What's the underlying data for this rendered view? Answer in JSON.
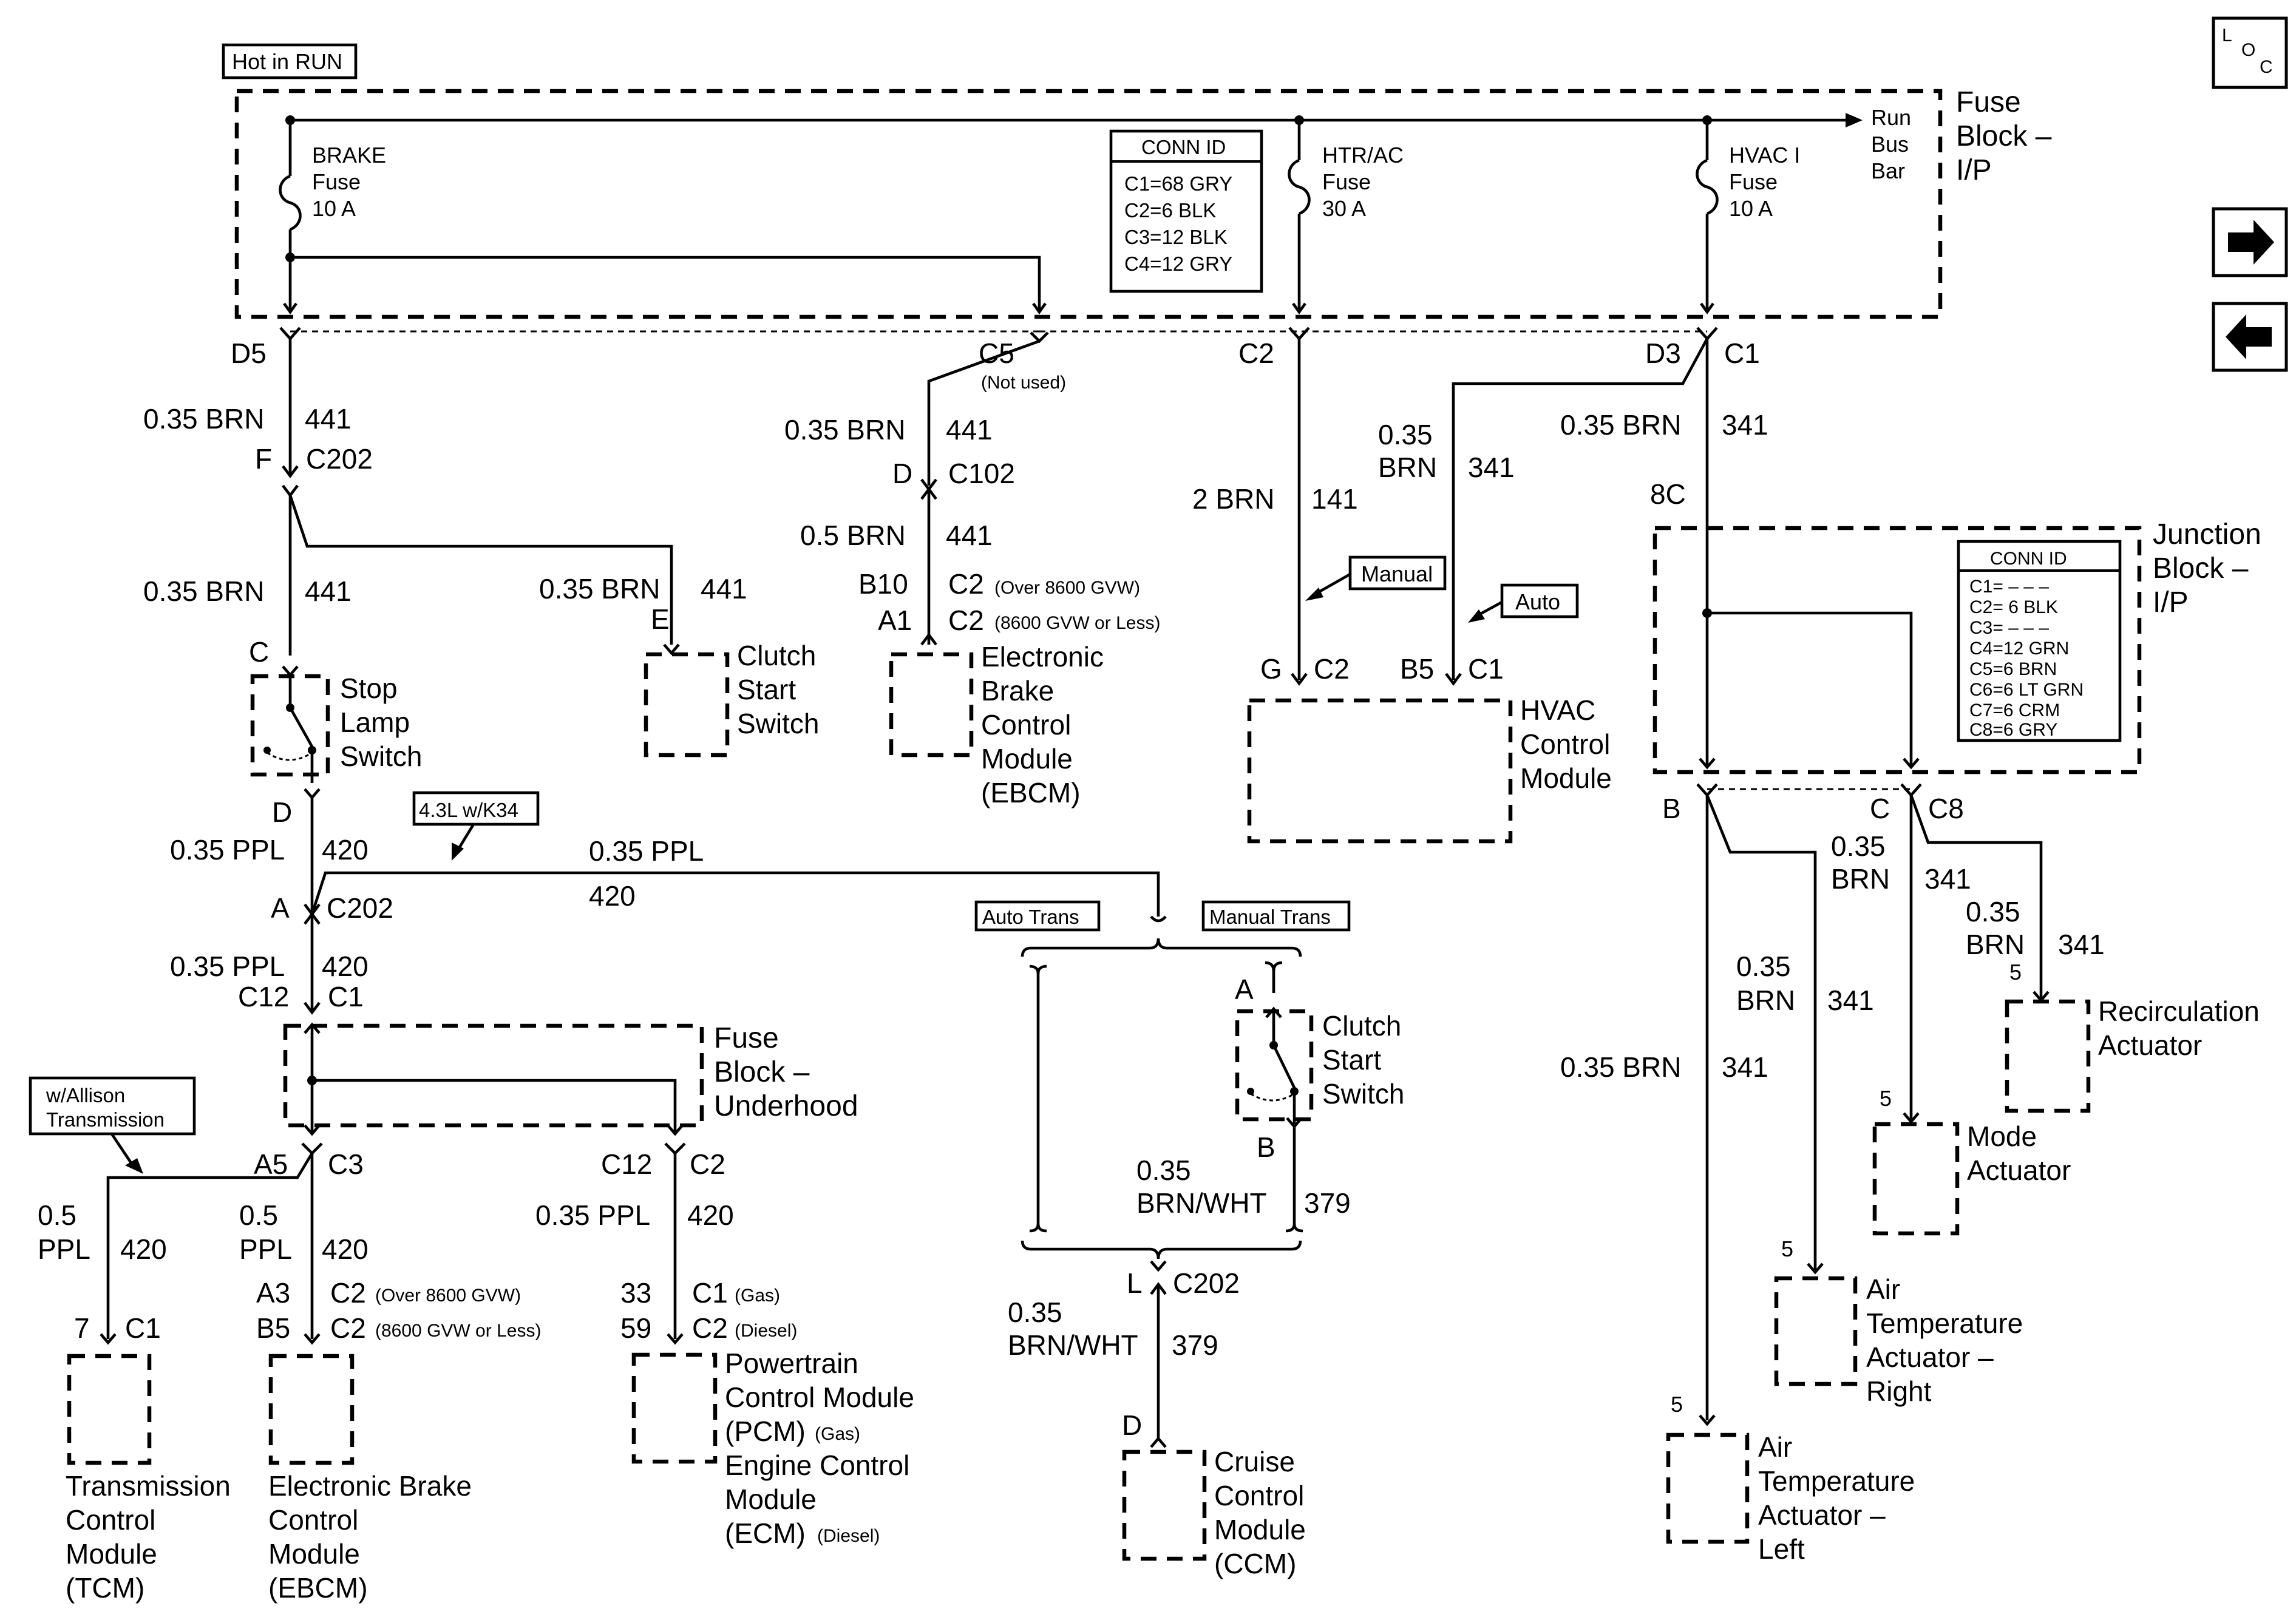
{
  "hot_label": "Hot in RUN",
  "loc_icon": {
    "l": "L",
    "o": "O",
    "c": "C"
  },
  "nav_icons": [
    "arrow-right-icon",
    "arrow-left-icon"
  ],
  "fuse_block_ip": {
    "title": [
      "Fuse",
      "Block –",
      "I/P"
    ],
    "run_bus_bar": [
      "Run",
      "Bus",
      "Bar"
    ],
    "fuses": {
      "brake": [
        "BRAKE",
        "Fuse",
        "10 A"
      ],
      "htr_ac": [
        "HTR/AC",
        "Fuse",
        "30 A"
      ],
      "hvac": [
        "HVAC I",
        "Fuse",
        "10 A"
      ]
    },
    "conn_id": {
      "header": "CONN ID",
      "rows": [
        "C1=68 GRY",
        "C2=6 BLK",
        "C3=12 BLK",
        "C4=12 GRY"
      ]
    },
    "pins": {
      "d5": "D5",
      "c5": "C5",
      "c5_note": "(Not used)",
      "c2": "C2",
      "d3": "D3",
      "c1": "C1"
    }
  },
  "junction_block": {
    "title": [
      "Junction",
      "Block –",
      "I/P"
    ],
    "conn_id": {
      "header": "CONN ID",
      "rows": [
        "C1= – – –",
        "C2= 6 BLK",
        "C3= – – –",
        "C4=12 GRN",
        "C5=6 BRN",
        "C6=6 LT GRN",
        "C7=6 CRM",
        "C8=6 GRY"
      ]
    },
    "in_pin": "8C",
    "pins": {
      "b": "B",
      "c": "C",
      "c8": "C8"
    }
  },
  "fuse_block_underhood": {
    "title": [
      "Fuse",
      "Block –",
      "Underhood"
    ],
    "pins": {
      "c12": "C12",
      "c1": "C1",
      "a5": "A5",
      "c3": "C3",
      "c12b": "C12",
      "c2": "C2"
    }
  },
  "wires": {
    "w441_a": [
      "0.35 BRN",
      "441"
    ],
    "w441_b": [
      "0.35 BRN",
      "441"
    ],
    "w441_c": [
      "0.35 BRN",
      "441"
    ],
    "w441_d": [
      "0.35 BRN",
      "441"
    ],
    "w441_e": [
      "0.5 BRN",
      "441"
    ],
    "w141": [
      "2 BRN",
      "141"
    ],
    "w341_a": [
      "0.35",
      "BRN",
      "341"
    ],
    "w341_b": [
      "0.35 BRN",
      "341"
    ],
    "w341_c": [
      "0.35 BRN",
      "341"
    ],
    "w341_d": [
      "0.35",
      "BRN",
      "341"
    ],
    "w341_e": [
      "0.35",
      "BRN",
      "341"
    ],
    "w341_f": [
      "0.35",
      "BRN",
      "341"
    ],
    "w420_a": [
      "0.35 PPL",
      "420"
    ],
    "w420_b": [
      "0.35 PPL",
      "420"
    ],
    "w420_c": [
      "0.35 PPL",
      "420"
    ],
    "w420_d": [
      "0.35 PPL",
      "420"
    ],
    "w420_e": [
      "0.5",
      "PPL",
      "420"
    ],
    "w420_f": [
      "0.5",
      "PPL",
      "420"
    ],
    "w379_a": [
      "0.35",
      "BRN/WHT",
      "379"
    ],
    "w379_b": [
      "0.35",
      "BRN/WHT",
      "379"
    ]
  },
  "connectors": {
    "f_c202": [
      "F",
      "C202"
    ],
    "d_c102": [
      "D",
      "C102"
    ],
    "b10": "B10",
    "a1": "A1",
    "c2_over": [
      "C2",
      "(Over 8600 GVW)"
    ],
    "c2_less": [
      "C2",
      "(8600 GVW or Less)"
    ],
    "e": "E",
    "c": "C",
    "d": "D",
    "a_c202": [
      "A",
      "C202"
    ],
    "c12_c1": [
      "C12",
      "C1"
    ],
    "g_c2": [
      "G",
      "C2"
    ],
    "b5_c1": [
      "B5",
      "C1"
    ],
    "l_c202": [
      "L",
      "C202"
    ],
    "cruise_d": "D",
    "clutch_a": "A",
    "clutch_b": "B",
    "tcm_pins": [
      "7",
      "C1"
    ],
    "ebcm2_pins": [
      "A3",
      "B5",
      "C2",
      "(Over 8600 GVW)",
      "C2",
      "(8600 GVW or Less)"
    ],
    "pcm_pins": [
      "33",
      "59",
      "C1",
      "(Gas)",
      "C2",
      "(Diesel)"
    ],
    "five": "5"
  },
  "option_labels": {
    "manual": "Manual",
    "auto": "Auto",
    "k34": "4.3L w/K34",
    "auto_trans": "Auto Trans",
    "manual_trans": "Manual Trans",
    "allison": [
      "w/Allison",
      "Transmission"
    ]
  },
  "components": {
    "stop_lamp_switch": [
      "Stop",
      "Lamp",
      "Switch"
    ],
    "clutch_start_switch_top": [
      "Clutch",
      "Start",
      "Switch"
    ],
    "ebcm_top": [
      "Electronic",
      "Brake",
      "Control",
      "Module",
      "(EBCM)"
    ],
    "hvac_control_module": [
      "HVAC",
      "Control",
      "Module"
    ],
    "clutch_start_switch_mid": [
      "Clutch",
      "Start",
      "Switch"
    ],
    "tcm": [
      "Transmission",
      "Control",
      "Module",
      "(TCM)"
    ],
    "ebcm_bottom": [
      "Electronic Brake",
      "Control",
      "Module",
      "(EBCM)"
    ],
    "pcm_ecm": [
      "Powertrain",
      "Control Module",
      "(PCM)",
      "(Gas)",
      "Engine Control",
      "Module",
      "(ECM)",
      "(Diesel)"
    ],
    "ccm": [
      "Cruise",
      "Control",
      "Module",
      "(CCM)"
    ],
    "recirculation_actuator": [
      "Recirculation",
      "Actuator"
    ],
    "mode_actuator": [
      "Mode",
      "Actuator"
    ],
    "air_temp_right": [
      "Air",
      "Temperature",
      "Actuator –",
      "Right"
    ],
    "air_temp_left": [
      "Air",
      "Temperature",
      "Actuator –",
      "Left"
    ]
  }
}
